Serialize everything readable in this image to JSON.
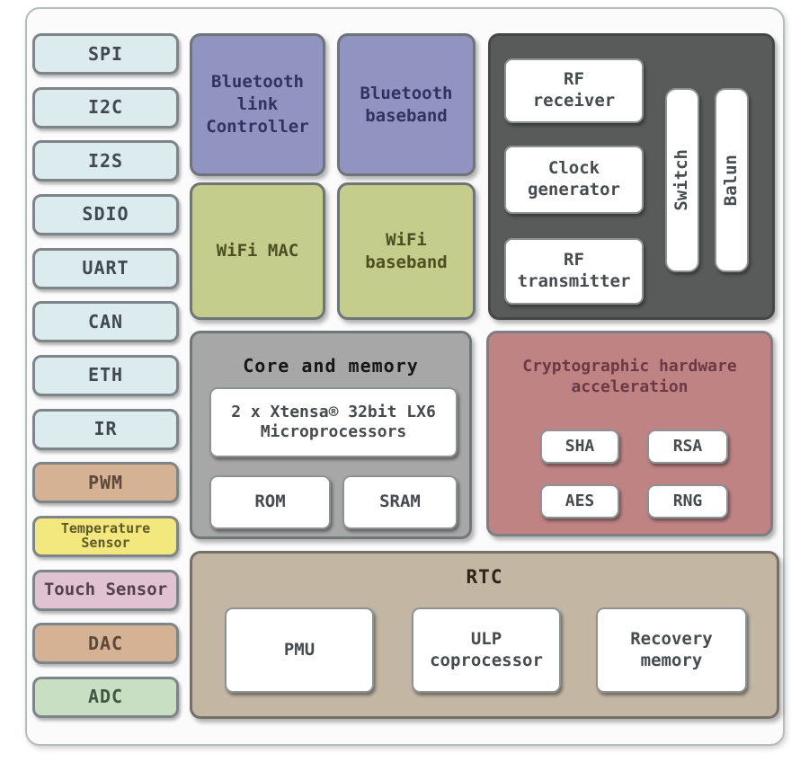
{
  "palette": {
    "peripheral_blue": "#dcebee",
    "peripheral_tan": "#d5b294",
    "peripheral_yellow": "#f2e87e",
    "peripheral_pink": "#e0c2d2",
    "peripheral_green": "#c8dfc4",
    "bluetooth_purple": "#9194c1",
    "wifi_olive": "#c5cd8d",
    "rf_dark_gray": "#595b5a",
    "core_gray": "#a7a7a7",
    "crypto_red": "#bf8384",
    "rtc_taupe": "#c3b6a3",
    "inner_box_white": "#ffffff"
  },
  "peripherals": {
    "items": [
      {
        "label": "SPI",
        "color": "blue"
      },
      {
        "label": "I2C",
        "color": "blue"
      },
      {
        "label": "I2S",
        "color": "blue"
      },
      {
        "label": "SDIO",
        "color": "blue"
      },
      {
        "label": "UART",
        "color": "blue"
      },
      {
        "label": "CAN",
        "color": "blue"
      },
      {
        "label": "ETH",
        "color": "blue"
      },
      {
        "label": "IR",
        "color": "blue"
      },
      {
        "label": "PWM",
        "color": "tan"
      },
      {
        "label": "Temperature\nSensor",
        "color": "yellow"
      },
      {
        "label": "Touch Sensor",
        "color": "pink"
      },
      {
        "label": "DAC",
        "color": "tan"
      },
      {
        "label": "ADC",
        "color": "green"
      }
    ]
  },
  "radio": {
    "bluetooth_link_controller": "Bluetooth\nlink\nController",
    "bluetooth_baseband": "Bluetooth\nbaseband",
    "wifi_mac": "WiFi MAC",
    "wifi_baseband": "WiFi\nbaseband"
  },
  "rf": {
    "receiver": "RF\nreceiver",
    "clock_generator": "Clock\ngenerator",
    "transmitter": "RF\ntransmitter",
    "switch": "Switch",
    "balun": "Balun"
  },
  "core": {
    "title": "Core and memory",
    "processor": "2 x Xtensa® 32bit LX6\nMicroprocessors",
    "rom": "ROM",
    "sram": "SRAM"
  },
  "crypto": {
    "title": "Cryptographic hardware\nacceleration",
    "items": [
      "SHA",
      "RSA",
      "AES",
      "RNG"
    ]
  },
  "rtc": {
    "title": "RTC",
    "pmu": "PMU",
    "ulp": "ULP\ncoprocessor",
    "recovery": "Recovery\nmemory"
  }
}
